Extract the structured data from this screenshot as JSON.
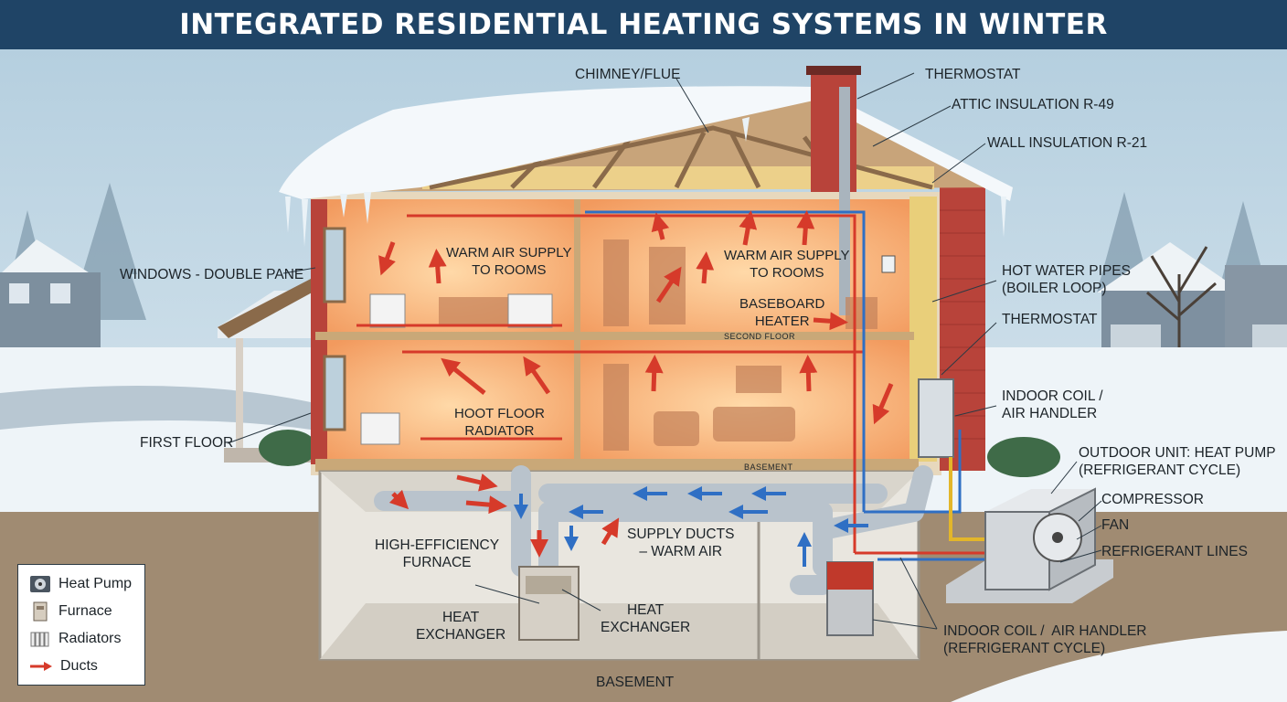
{
  "title": "INTEGRATED RESIDENTIAL HEATING SYSTEMS IN WINTER",
  "labels": {
    "chimney": "CHIMNEY/FLUE",
    "thermostat_top": "THERMOSTAT",
    "attic_insulation": "ATTIC INSULATION R-49",
    "wall_insulation": "WALL INSULATION R-21",
    "windows": "WINDOWS - DOUBLE PANE",
    "warm_air_left": "WARM AIR SUPPLY\nTO ROOMS",
    "warm_air_right": "WARM AIR SUPPLY\nTO ROOMS",
    "baseboard_heater": "BASEBOARD\nHEATER",
    "hot_water_pipes": "HOT WATER PIPES\n(BOILER LOOP)",
    "second_floor": "SECOND FLOOR",
    "thermostat_mid": "THERMOSTAT",
    "hoot_floor_radiator": "HOOT FLOOR\nRADIATOR",
    "indoor_coil_upper": "INDOOR COIL /\nAIR HANDLER",
    "first_floor": "FIRST FLOOR",
    "basement_beam": "BASEMENT",
    "outdoor_unit": "OUTDOOR UNIT: HEAT PUMP\n(REFRIGERANT CYCLE)",
    "compressor": "COMPRESSOR",
    "fan": "FAN",
    "refrigerant_lines": "REFRIGERANT LINES",
    "high_efficiency_furnace": "HIGH-EFFICIENCY\nFURNACE",
    "supply_ducts": "SUPPLY DUCTS\n– WARM AIR",
    "heat_exchanger_left": "HEAT\nEXCHANGER",
    "heat_exchanger_right": "HEAT\nEXCHANGER",
    "indoor_coil_lower": "INDOOR COIL /  AIR HANDLER\n(REFRIGERANT CYCLE)",
    "basement": "BASEMENT"
  },
  "legend": {
    "items": [
      {
        "label": "Heat Pump",
        "icon": "heat-pump-icon"
      },
      {
        "label": "Furnace",
        "icon": "furnace-icon"
      },
      {
        "label": "Radiators",
        "icon": "radiator-icon"
      },
      {
        "label": "Ducts",
        "icon": "duct-arrow-icon"
      }
    ]
  },
  "colors": {
    "title_bg": "#1f4466",
    "warm_room": "#f7b77a",
    "brick": "#b8433a",
    "hot_pipe": "#d63a2a",
    "cold_pipe": "#2f6fc4",
    "duct": "#b9c3cc",
    "snow": "#f4f8fb"
  }
}
